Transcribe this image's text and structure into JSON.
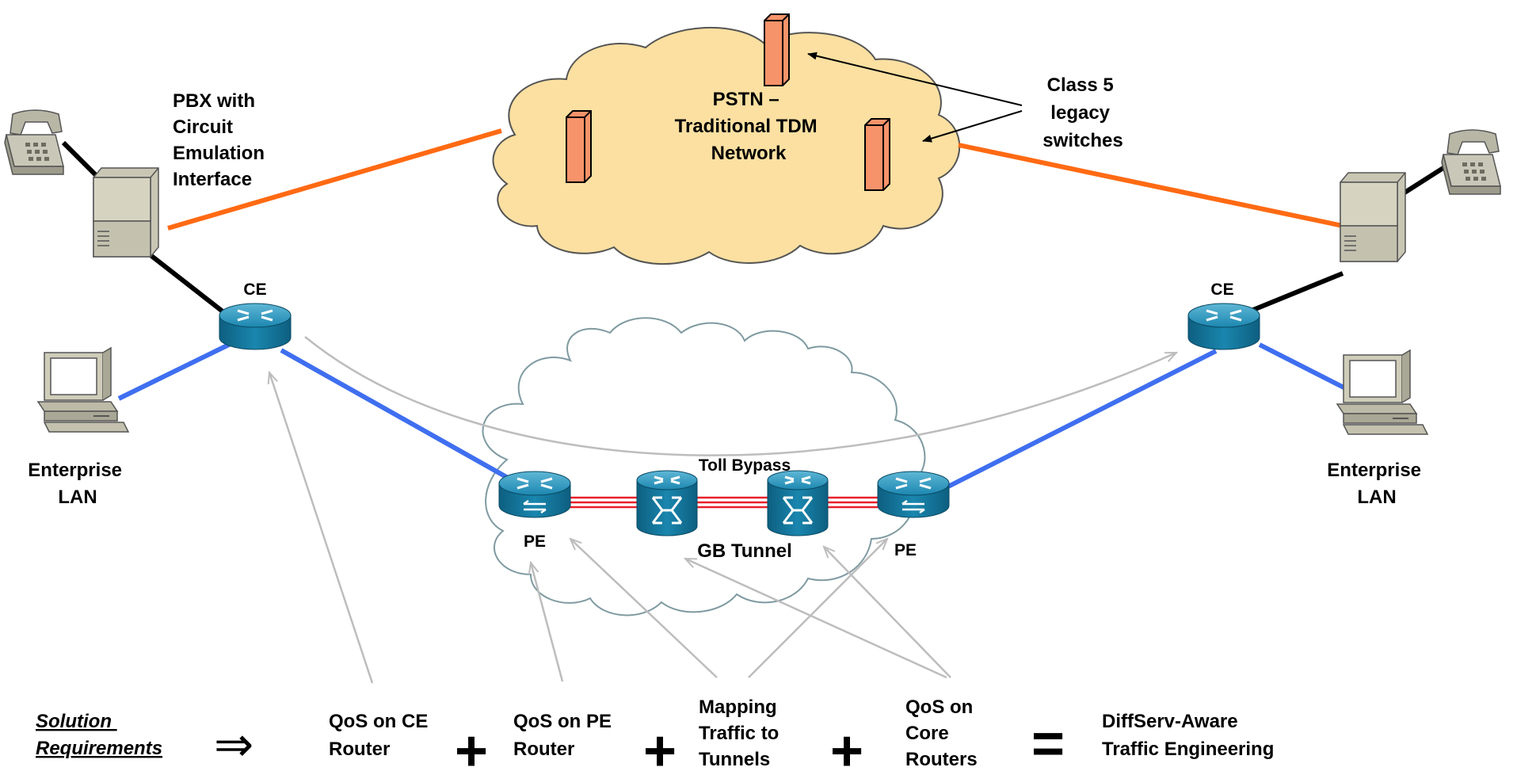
{
  "labels": {
    "pbx_left": [
      "PBX with",
      "Circuit",
      "Emulation",
      "Interface"
    ],
    "pstn": [
      "PSTN –",
      "Traditional TDM",
      "Network"
    ],
    "class5": [
      "Class 5",
      "legacy",
      "switches"
    ],
    "ce_left": "CE",
    "ce_right": "CE",
    "lan_left": [
      "Enterprise",
      "LAN"
    ],
    "lan_right": [
      "Enterprise",
      "LAN"
    ],
    "toll_bypass": "Toll Bypass",
    "pe_left": "PE",
    "pe_right": "PE",
    "gb_tunnel": "GB Tunnel"
  },
  "equation": {
    "title": [
      "Solution",
      "Requirements"
    ],
    "implies": "⇒",
    "qos_ce": [
      "QoS on CE",
      "Router"
    ],
    "qos_pe": [
      "QoS on PE",
      "Router"
    ],
    "mapping": [
      "Mapping",
      "Traffic to",
      "Tunnels"
    ],
    "qos_core": [
      "QoS on",
      "Core",
      "Routers"
    ],
    "plus": "+",
    "equals": "=",
    "result": [
      "DiffServ-Aware",
      "Traffic Engineering"
    ]
  },
  "colors": {
    "pstn_cloud": "#fbe0a1",
    "pstn_link": "#ff6a13",
    "lan_link": "#3f6ff0",
    "pbx_link": "#000000",
    "tunnel": "#e8202a",
    "router": "#1a7fa8",
    "switch_tower": "#f7936a",
    "pointer": "#bdbdbd",
    "cloud_outline": "#7f9aa1"
  }
}
